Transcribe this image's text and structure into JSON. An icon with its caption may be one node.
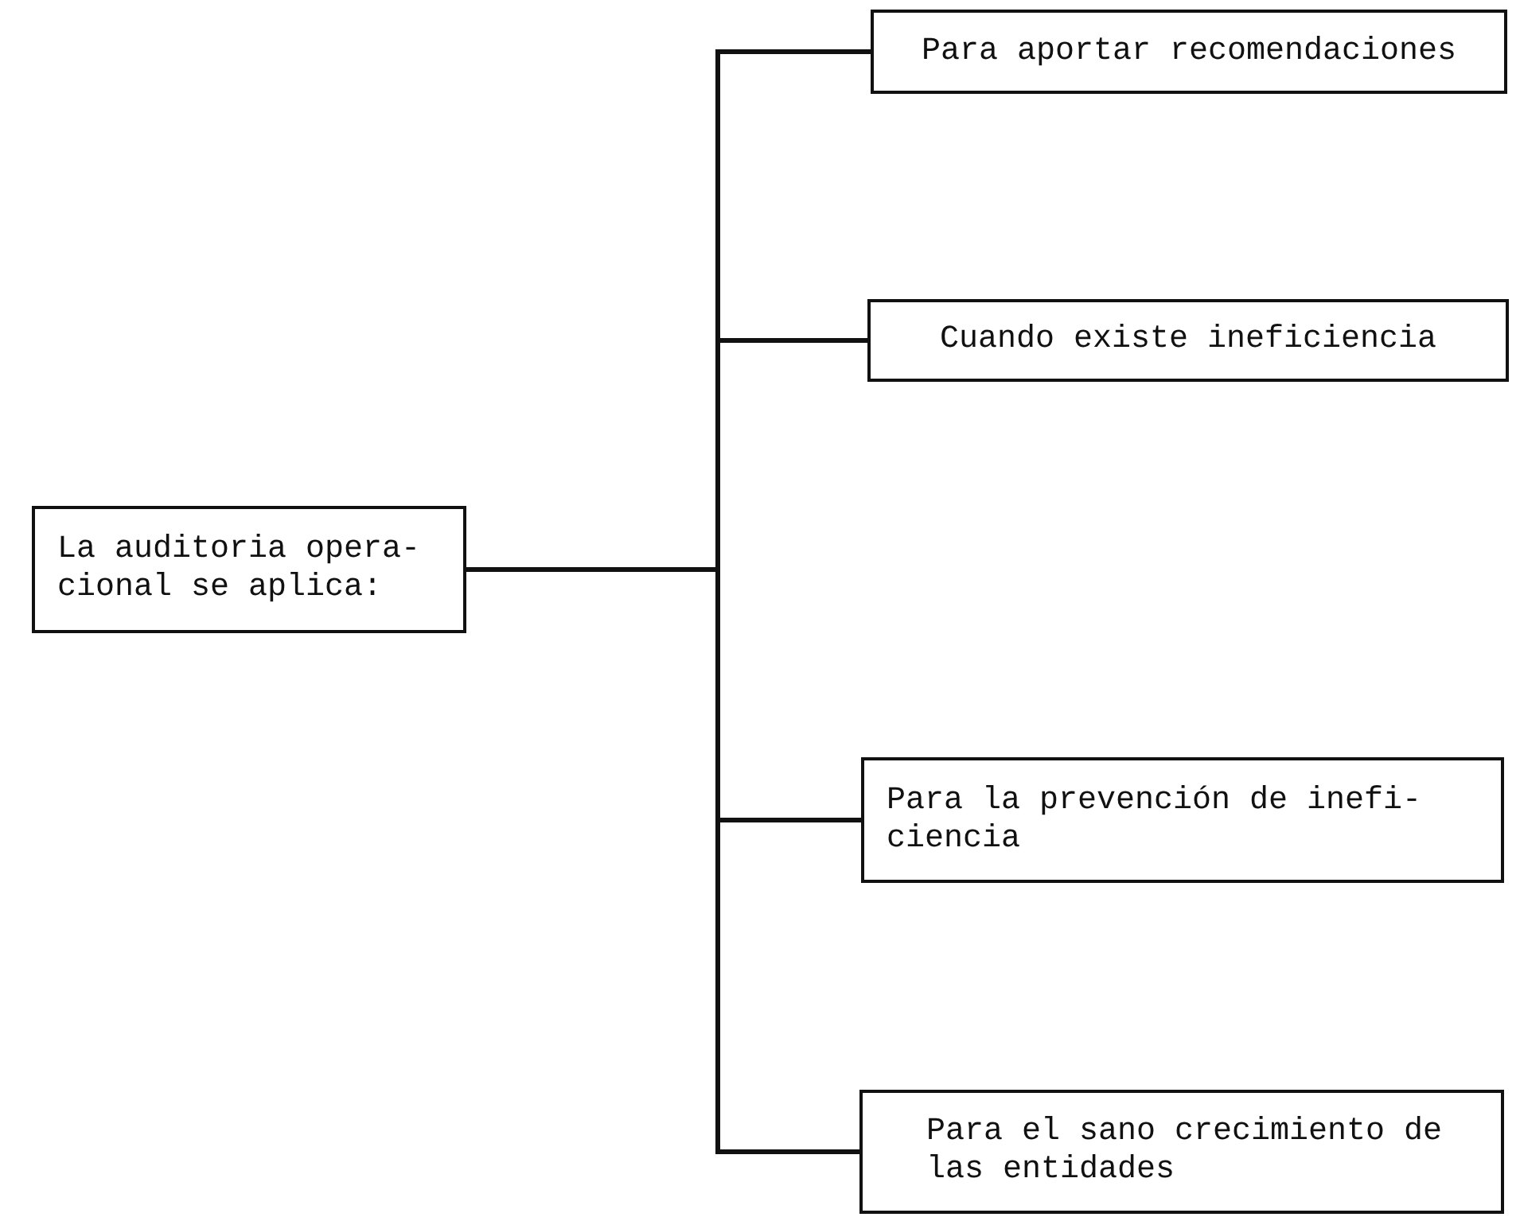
{
  "diagram": {
    "nodes": [
      {
        "text": [
          "La auditoria opera- cional se aplica:"
        ]
      },
      {
        "text": [
          "Para aportar recomendaciones"
        ]
      },
      {
        "text": [
          "Cuando existe ineficiencia"
        ]
      },
      {
        "text": [
          "Para la prevención de inefi- ciencia"
        ]
      },
      {
        "text": [
          "Para el sano crecimiento de las entidades"
        ]
      }
    ],
    "edges": [
      {
        "from": 0,
        "to": 1,
        "arrow": "none"
      },
      {
        "from": 0,
        "to": 2,
        "arrow": "none"
      },
      {
        "from": 0,
        "to": 3,
        "arrow": "none"
      },
      {
        "from": 0,
        "to": 4,
        "arrow": "none"
      }
    ]
  }
}
